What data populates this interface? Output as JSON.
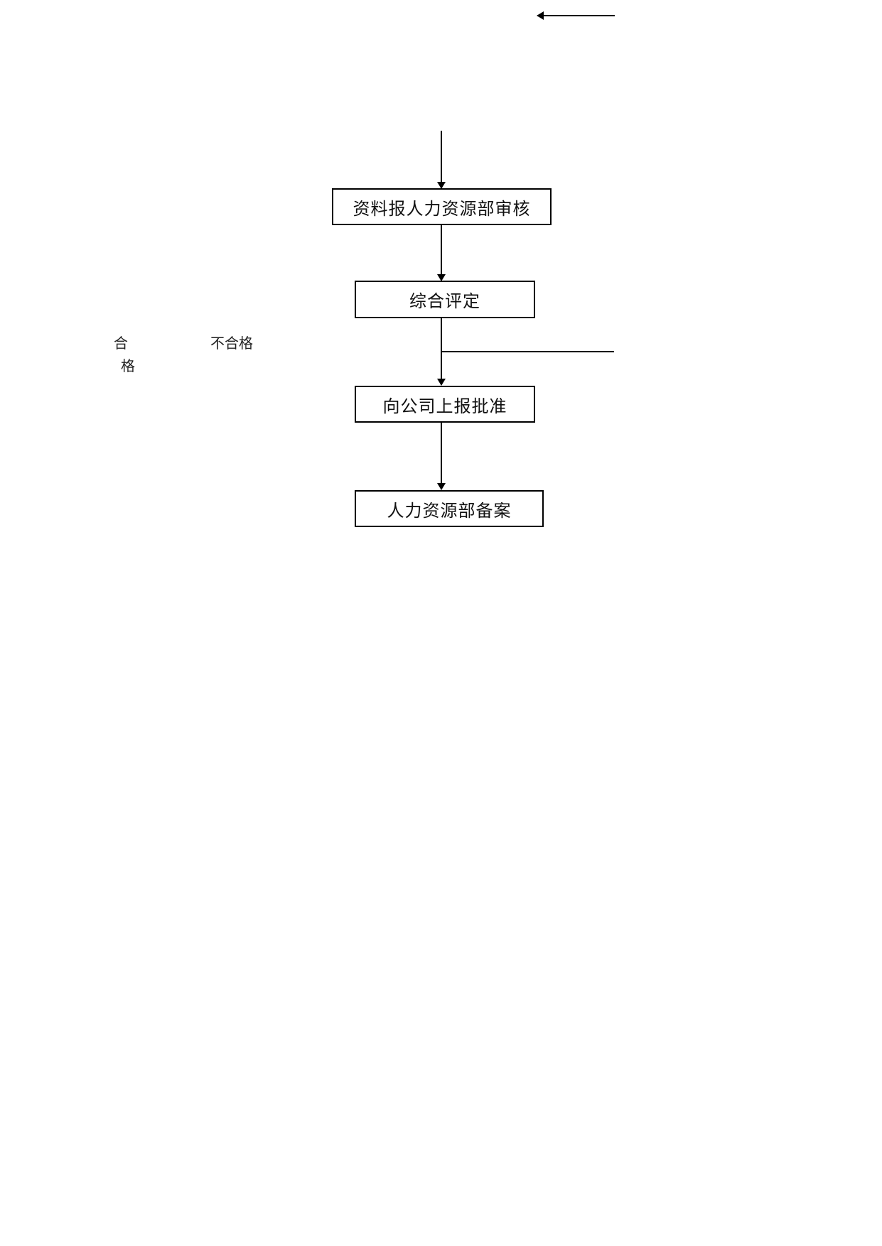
{
  "diagram": {
    "boxes": [
      {
        "id": "hr-review",
        "text": "资料报人力资源部审核"
      },
      {
        "id": "evaluation",
        "text": "综合评定"
      },
      {
        "id": "company-approval",
        "text": "向公司上报批准"
      },
      {
        "id": "hr-filing",
        "text": "人力资源部备案"
      }
    ],
    "labels": {
      "pass_line1": "合",
      "pass_line2": "格",
      "fail": "不合格"
    },
    "colors": {
      "stroke": "#000000",
      "background": "#ffffff"
    }
  }
}
